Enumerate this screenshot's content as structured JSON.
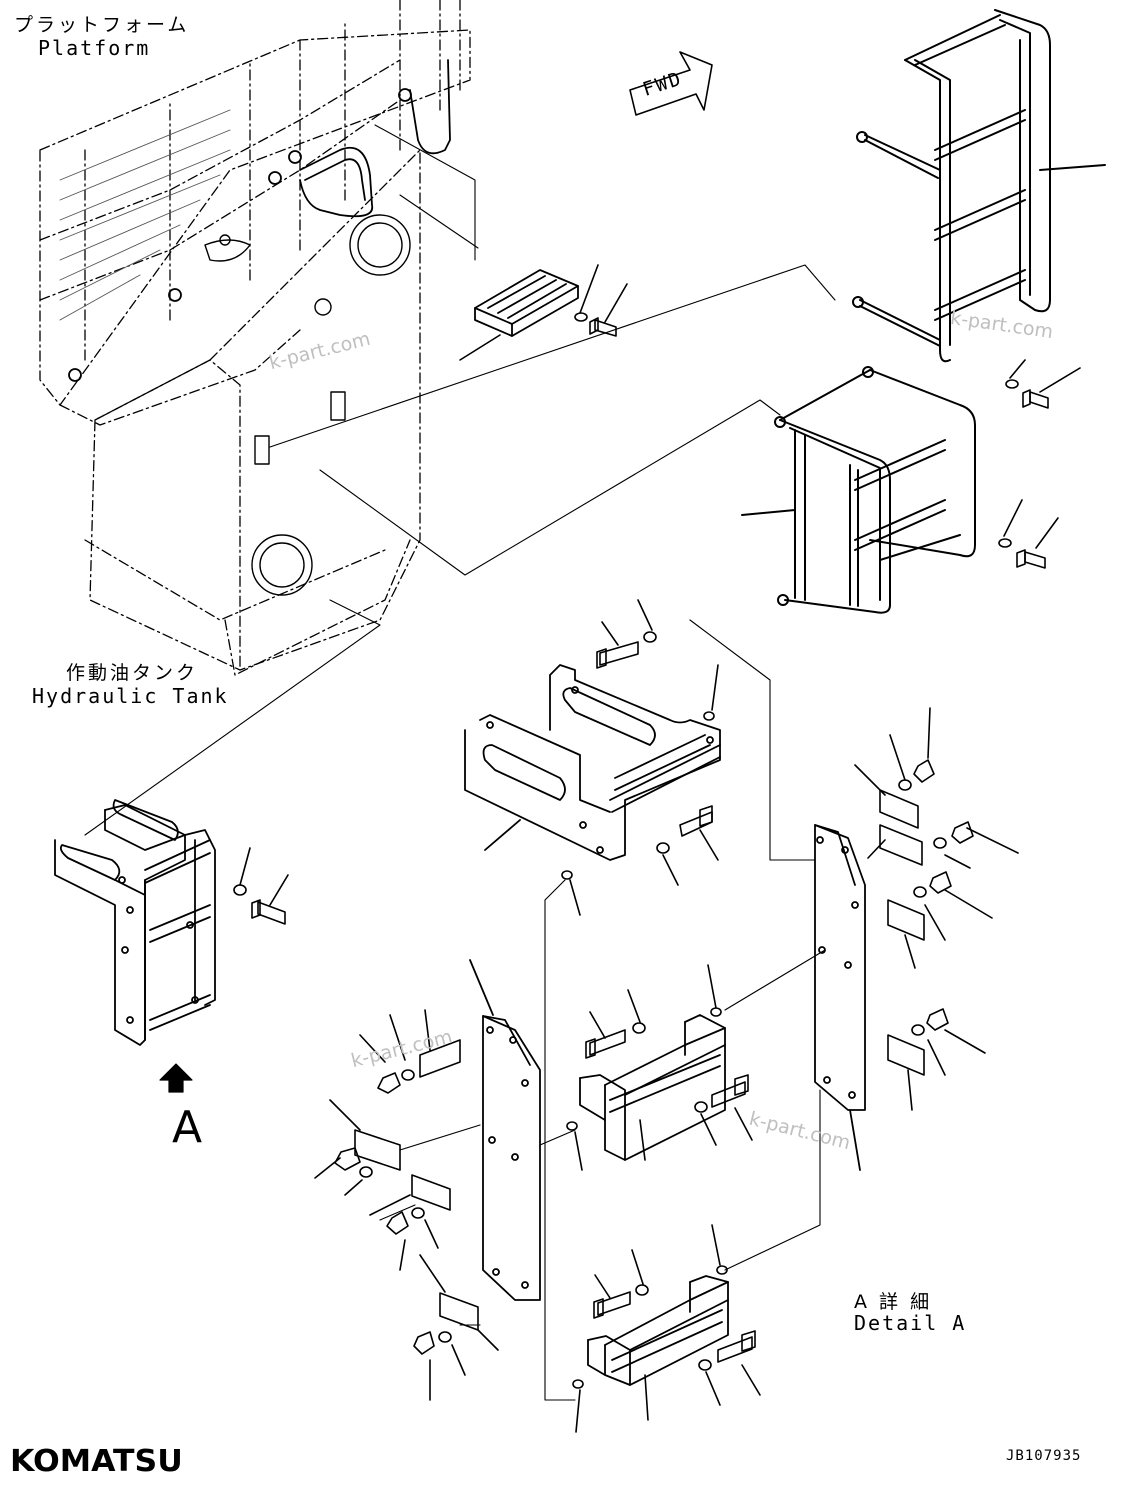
{
  "labels": {
    "platform_jp": "プラットフォーム",
    "platform_en": "Platform",
    "tank_jp": "作動油タンク",
    "tank_en": "Hydraulic Tank",
    "view_marker": "A",
    "detail_jp": "A 詳 細",
    "detail_en": "Detail A",
    "fwd": "FWD"
  },
  "watermark": "k-part.com",
  "brand": "KOMATSU",
  "drawing_code": "JB107935",
  "colors": {
    "line": "#000000",
    "watermark": "#bfbfbf",
    "background": "#ffffff"
  }
}
